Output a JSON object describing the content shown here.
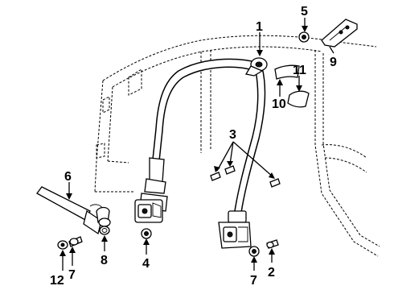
{
  "diagram": {
    "callouts": [
      {
        "id": "c1",
        "label": "1"
      },
      {
        "id": "c2",
        "label": "2"
      },
      {
        "id": "c3",
        "label": "3"
      },
      {
        "id": "c4",
        "label": "4"
      },
      {
        "id": "c5",
        "label": "5"
      },
      {
        "id": "c6",
        "label": "6"
      },
      {
        "id": "c7a",
        "label": "7"
      },
      {
        "id": "c7b",
        "label": "7"
      },
      {
        "id": "c8",
        "label": "8"
      },
      {
        "id": "c9",
        "label": "9"
      },
      {
        "id": "c10",
        "label": "10"
      },
      {
        "id": "c11",
        "label": "11"
      },
      {
        "id": "c12",
        "label": "12"
      }
    ]
  }
}
